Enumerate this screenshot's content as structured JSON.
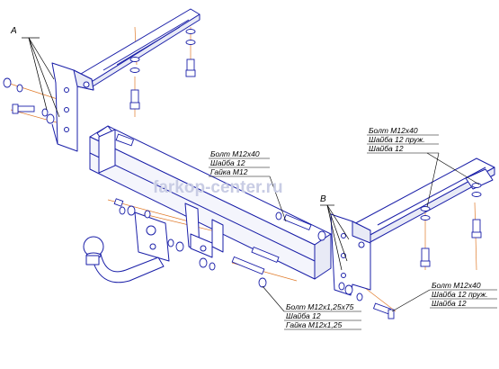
{
  "diagram": {
    "callouts": {
      "a": "A",
      "b": "B"
    },
    "watermark": "farkop-center.ru",
    "callout_top_right": [
      "Болт М12х40",
      "Шайба 12 пруж.",
      "Шайба 12"
    ],
    "callout_mid": [
      "Болт М12х40",
      "Шайба 12",
      "Гайка М12"
    ],
    "callout_bottom_mid": [
      "Болт М12х1,25х75",
      "Шайба 12",
      "Гайка М12х1,25"
    ],
    "callout_bottom_right": [
      "Болт М12х40",
      "Шайба 12 пруж.",
      "Шайба 12"
    ],
    "colors": {
      "part_line": "#1a1fa8",
      "leader": "#000000",
      "axis_line": "#e07a2a",
      "watermark": "#c8cce4"
    }
  }
}
